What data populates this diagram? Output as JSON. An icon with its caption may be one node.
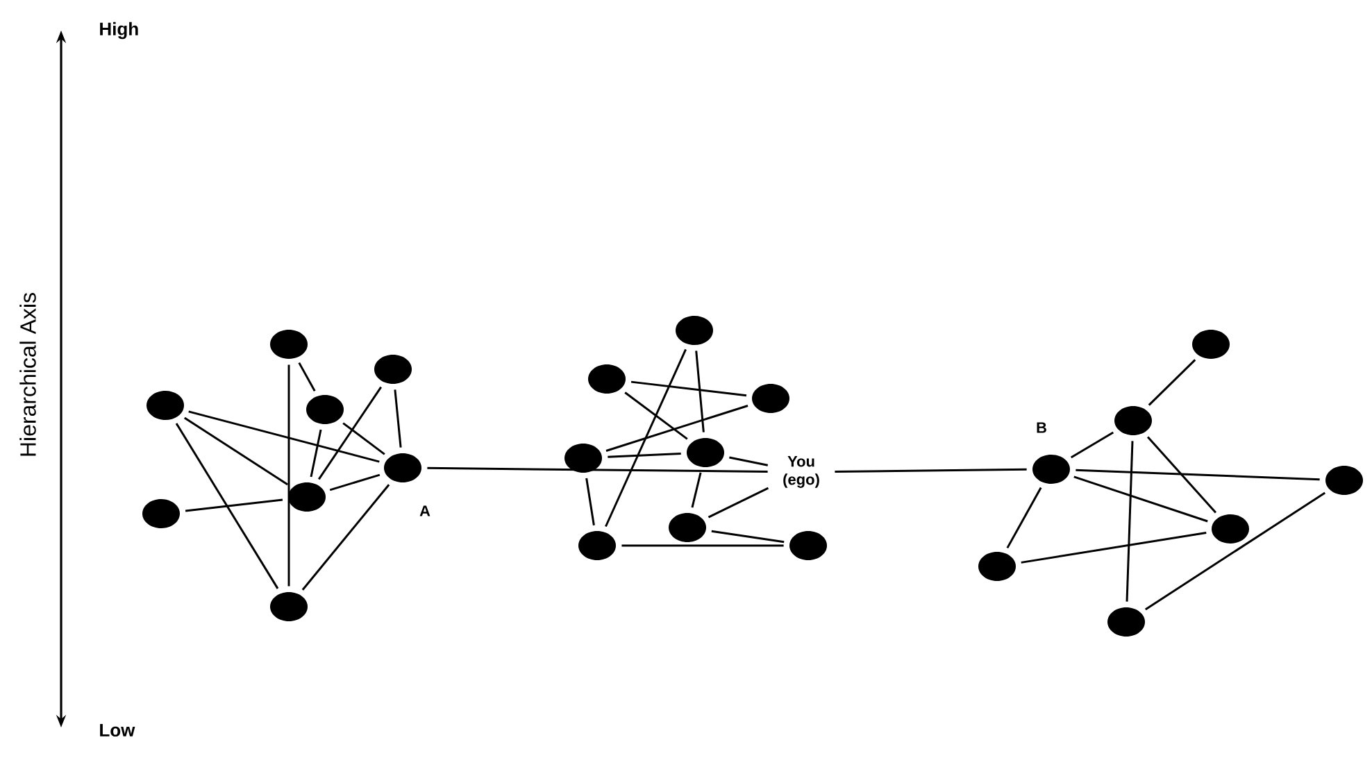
{
  "diagram": {
    "nodes": [
      {
        "text": [],
        "shape": "circle"
      },
      {
        "text": [],
        "shape": "circle"
      },
      {
        "text": [],
        "shape": "circle"
      },
      {
        "text": [],
        "shape": "circle"
      },
      {
        "text": [],
        "shape": "circle",
        "beside": [
          "A"
        ]
      },
      {
        "text": [],
        "shape": "circle"
      },
      {
        "text": [],
        "shape": "circle"
      },
      {
        "text": [],
        "shape": "circle"
      },
      {
        "text": [],
        "shape": "circle"
      },
      {
        "text": [],
        "shape": "circle"
      },
      {
        "text": [],
        "shape": "circle"
      },
      {
        "text": [],
        "shape": "circle"
      },
      {
        "text": [],
        "shape": "circle"
      },
      {
        "text": [
          "You (ego)"
        ]
      },
      {
        "text": [],
        "shape": "circle"
      },
      {
        "text": [],
        "shape": "circle"
      },
      {
        "text": [],
        "shape": "circle"
      },
      {
        "text": [],
        "shape": "circle"
      },
      {
        "text": [],
        "shape": "circle"
      },
      {
        "text": [],
        "shape": "circle",
        "beside": [
          "B"
        ]
      },
      {
        "text": [],
        "shape": "circle"
      },
      {
        "text": [],
        "shape": "circle"
      },
      {
        "text": [],
        "shape": "circle"
      },
      {
        "text": [],
        "shape": "circle"
      }
    ],
    "edges": [
      {
        "from": 0,
        "to": 3,
        "arrow": "none"
      },
      {
        "from": 0,
        "to": 7,
        "arrow": "none"
      },
      {
        "from": 1,
        "to": 4,
        "arrow": "none"
      },
      {
        "from": 1,
        "to": 5,
        "arrow": "none"
      },
      {
        "from": 2,
        "to": 4,
        "arrow": "none"
      },
      {
        "from": 2,
        "to": 5,
        "arrow": "none"
      },
      {
        "from": 2,
        "to": 7,
        "arrow": "none"
      },
      {
        "from": 3,
        "to": 4,
        "arrow": "none"
      },
      {
        "from": 3,
        "to": 5,
        "arrow": "none"
      },
      {
        "from": 6,
        "to": 5,
        "arrow": "none"
      },
      {
        "from": 5,
        "to": 4,
        "arrow": "none"
      },
      {
        "from": 4,
        "to": 7,
        "arrow": "none"
      },
      {
        "from": 4,
        "to": 13,
        "arrow": "none"
      },
      {
        "from": 9,
        "to": 10,
        "arrow": "none"
      },
      {
        "from": 9,
        "to": 12,
        "arrow": "none"
      },
      {
        "from": 8,
        "to": 15,
        "arrow": "none"
      },
      {
        "from": 8,
        "to": 12,
        "arrow": "none"
      },
      {
        "from": 11,
        "to": 10,
        "arrow": "none"
      },
      {
        "from": 11,
        "to": 12,
        "arrow": "none"
      },
      {
        "from": 12,
        "to": 13,
        "arrow": "none"
      },
      {
        "from": 11,
        "to": 15,
        "arrow": "none"
      },
      {
        "from": 12,
        "to": 14,
        "arrow": "none"
      },
      {
        "from": 14,
        "to": 13,
        "arrow": "none"
      },
      {
        "from": 14,
        "to": 16,
        "arrow": "none"
      },
      {
        "from": 15,
        "to": 16,
        "arrow": "none"
      },
      {
        "from": 13,
        "to": 19,
        "arrow": "none"
      },
      {
        "from": 17,
        "to": 18,
        "arrow": "none"
      },
      {
        "from": 19,
        "to": 18,
        "arrow": "none"
      },
      {
        "from": 19,
        "to": 20,
        "arrow": "none"
      },
      {
        "from": 19,
        "to": 21,
        "arrow": "none"
      },
      {
        "from": 19,
        "to": 22,
        "arrow": "none"
      },
      {
        "from": 18,
        "to": 23,
        "arrow": "none"
      },
      {
        "from": 18,
        "to": 21,
        "arrow": "none"
      },
      {
        "from": 22,
        "to": 21,
        "arrow": "none"
      },
      {
        "from": 23,
        "to": 20,
        "arrow": "none"
      }
    ],
    "labels": [
      "High",
      "Hierarchical Axis",
      "Low"
    ]
  }
}
